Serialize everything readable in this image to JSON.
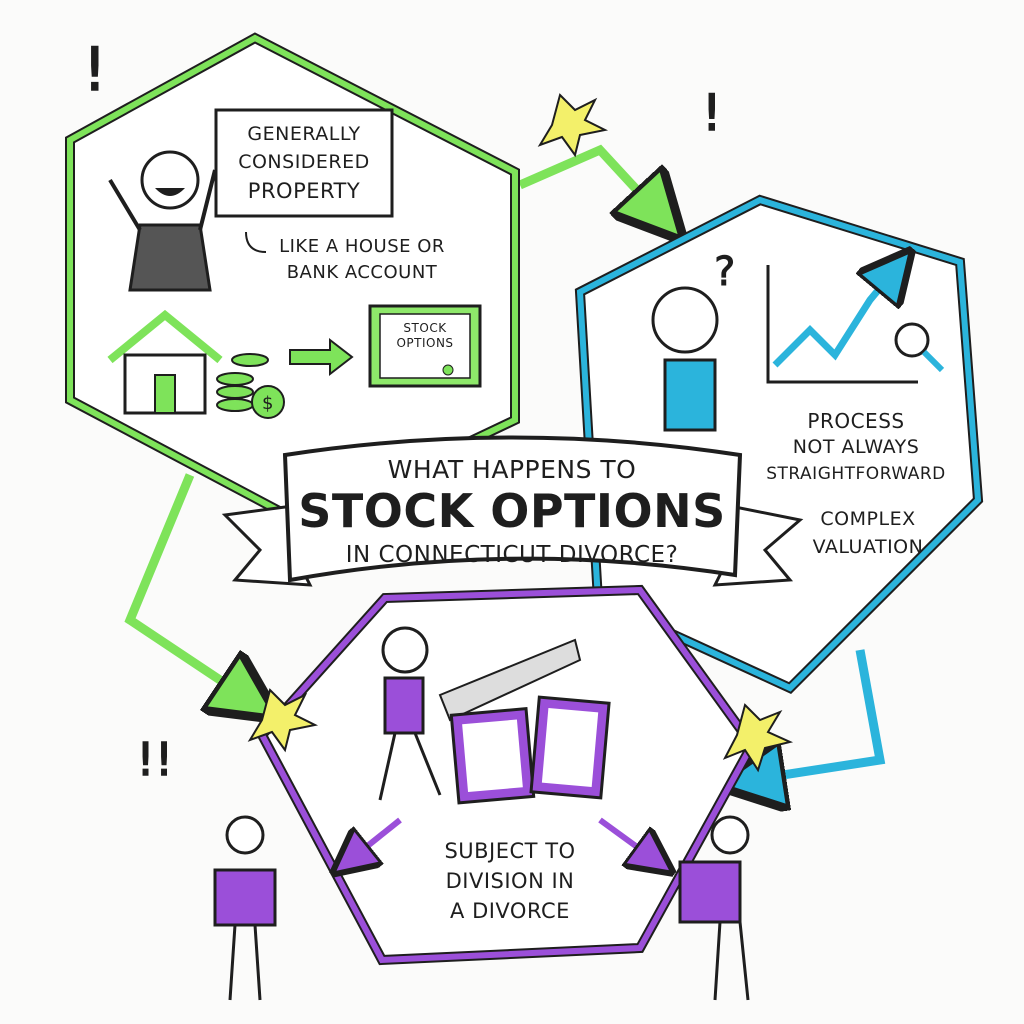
{
  "colors": {
    "green": "#7ee35a",
    "blue": "#2bb4dc",
    "purple": "#9b4fd9",
    "ink": "#1e1e1e",
    "paper": "#fbfbfa",
    "burst": "#f3f06a"
  },
  "green_panel": {
    "callout": [
      "GENERALLY",
      "CONSIDERED",
      "PROPERTY"
    ],
    "note": [
      "LIKE A HOUSE OR",
      "BANK ACCOUNT"
    ],
    "certificate": [
      "STOCK",
      "OPTIONS"
    ],
    "icons": [
      "smiling-businessman-icon",
      "house-icon",
      "coin-stack-icon",
      "arrow-right-icon",
      "stock-certificate-icon"
    ]
  },
  "blue_panel": {
    "lines": [
      "PROCESS",
      "NOT ALWAYS",
      "STRAIGHTFORWARD"
    ],
    "lines2": [
      "COMPLEX",
      "VALUATION"
    ],
    "icons": [
      "confused-person-icon",
      "question-mark-icon",
      "rising-chart-icon",
      "magnifier-icon"
    ]
  },
  "banner": {
    "line1": "WHAT HAPPENS TO",
    "line2": "STOCK OPTIONS",
    "line3": "IN CONNECTICUT DIVORCE?"
  },
  "purple_panel": {
    "lines": [
      "SUBJECT TO",
      "DIVISION IN",
      "A DIVORCE"
    ],
    "icons": [
      "person-sawing-certificate-icon",
      "torn-certificate-icon",
      "person-holding-half-icon"
    ]
  }
}
